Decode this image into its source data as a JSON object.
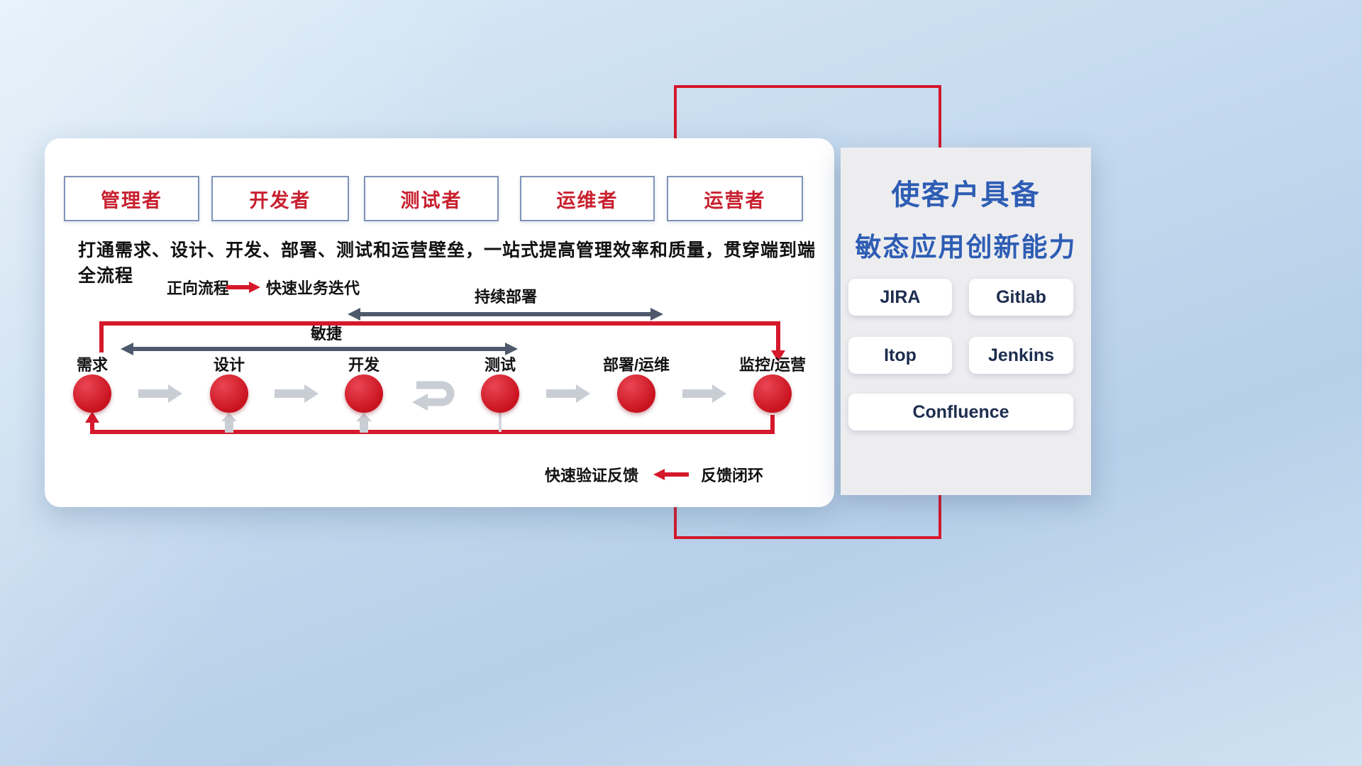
{
  "roles": [
    "管理者",
    "开发者",
    "测试者",
    "运维者",
    "运营者"
  ],
  "description": "打通需求、设计、开发、部署、测试和运营壁垒，一站式提高管理效率和质量，贯穿端到端全流程",
  "legend": {
    "forward_label": "正向流程",
    "forward_desc": "快速业务迭代",
    "feedback_desc": "快速验证反馈",
    "feedback_label": "反馈闭环"
  },
  "flow": {
    "continuous_deploy_label": "持续部署",
    "agile_label": "敏捷",
    "stages": [
      "需求",
      "设计",
      "开发",
      "测试",
      "部署/运维",
      "监控/运营"
    ]
  },
  "right_panel": {
    "title_line1": "使客户具备",
    "title_line2": "敏态应用创新能力",
    "tools": [
      "JIRA",
      "Gitlab",
      "Itop",
      "Jenkins",
      "Confluence"
    ]
  },
  "colors": {
    "red": "#d5182b",
    "blue": "#2e5db4",
    "navy": "#1d2d4e",
    "gray_arrow": "#c9ced4",
    "dark_arrow": "#4e5a6b"
  }
}
